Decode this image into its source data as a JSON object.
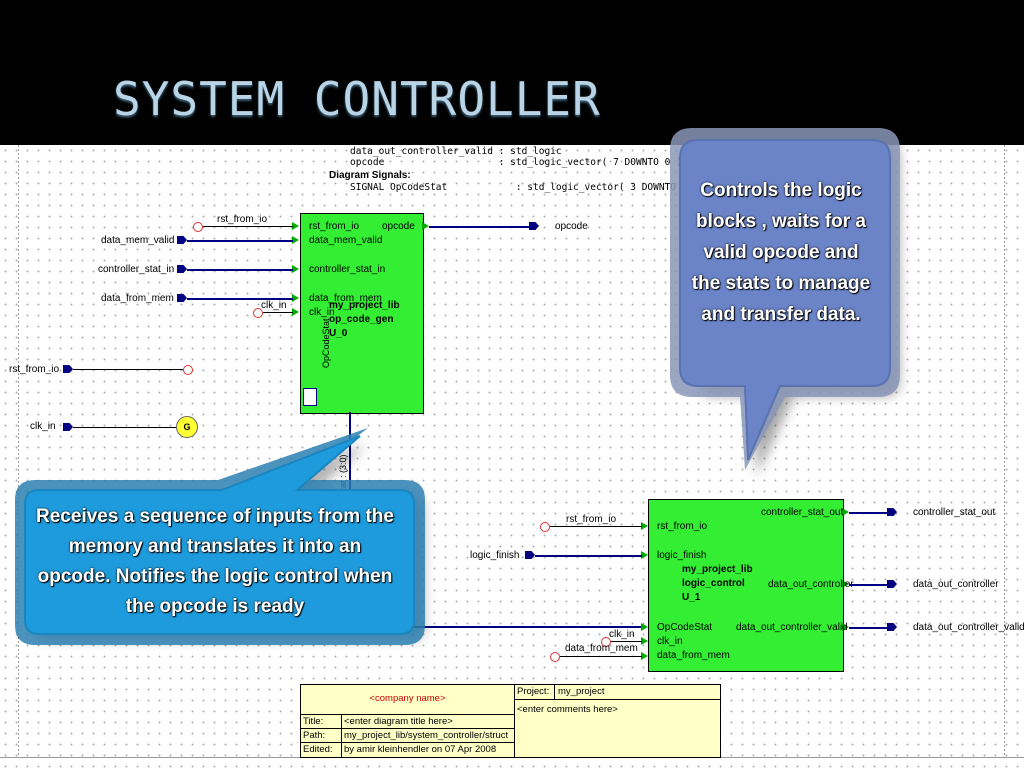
{
  "slide": {
    "title": "System Controller"
  },
  "declarations": {
    "line1": "data_out_controller_valid : std_logic",
    "line2": "opcode                    : std_logic_vector( 7 DOWNTO 0 )",
    "signals_header": "Diagram Signals:",
    "line3": "SIGNAL OpCodeStat            : std_logic_vector( 3 DOWNTO 0 )"
  },
  "opcode_gen": {
    "ports_in": [
      "rst_from_io",
      "data_mem_valid",
      "controller_stat_in",
      "data_from_mem",
      "clk_in"
    ],
    "port_out": "opcode",
    "lib": "my_project_lib",
    "name": "op_code_gen",
    "instance": "U_0",
    "vertical_label": "OpCodeStat"
  },
  "opcode_gen_wires": {
    "rst_from_io": "rst_from_io",
    "data_mem_valid": "data_mem_valid",
    "controller_stat_in": "controller_stat_in",
    "data_from_mem": "data_from_mem",
    "clk_in": "clk_in",
    "opcode": "opcode"
  },
  "left_signals": {
    "rst_from_io": "rst_from_io",
    "clk_in": "clk_in",
    "gen_symbol": "G"
  },
  "bus_label": "OpCodeStat : (3:0)",
  "logic_control": {
    "ports_in": [
      "rst_from_io",
      "logic_finish",
      "OpCodeStat",
      "clk_in",
      "data_from_mem"
    ],
    "ports_out": [
      "controller_stat_out",
      "data_out_controller",
      "data_out_controller_valid"
    ],
    "lib": "my_project_lib",
    "name": "logic_control",
    "instance": "U_1"
  },
  "logic_control_wires": {
    "rst_from_io": "rst_from_io",
    "logic_finish": "logic_finish",
    "clk_in": "clk_in",
    "data_from_mem": "data_from_mem",
    "controller_stat_out": "controller_stat_out",
    "data_out_controller": "data_out_controller",
    "data_out_controller_valid": "data_out_controller_valid"
  },
  "titleblock": {
    "company": "<company name>",
    "project_label": "Project:",
    "project_value": "my_project",
    "comments": "<enter comments here>",
    "title_label": "Title:",
    "title_value": "<enter diagram title here>",
    "path_label": "Path:",
    "path_value": "my_project_lib/system_controller/struct",
    "edited_label": "Edited:",
    "edited_value": "by amir kleinhendler on 07 Apr 2008"
  },
  "callouts": {
    "logic_control": "Controls the logic blocks , waits for a valid opcode and the stats to manage and transfer data.",
    "opcode_gen": "Receives a sequence of inputs from the memory and translates it into an opcode. Notifies the logic control when the opcode is ready"
  },
  "colors": {
    "header_bg": "#000000",
    "title_text": "#b8d4e6",
    "block_fill": "#33ee33",
    "port_pin": "#000080",
    "callout_right_fill": "#6b84c8",
    "callout_left_fill": "#1e9bdc",
    "titleblock_fill": "#ffffc8"
  }
}
